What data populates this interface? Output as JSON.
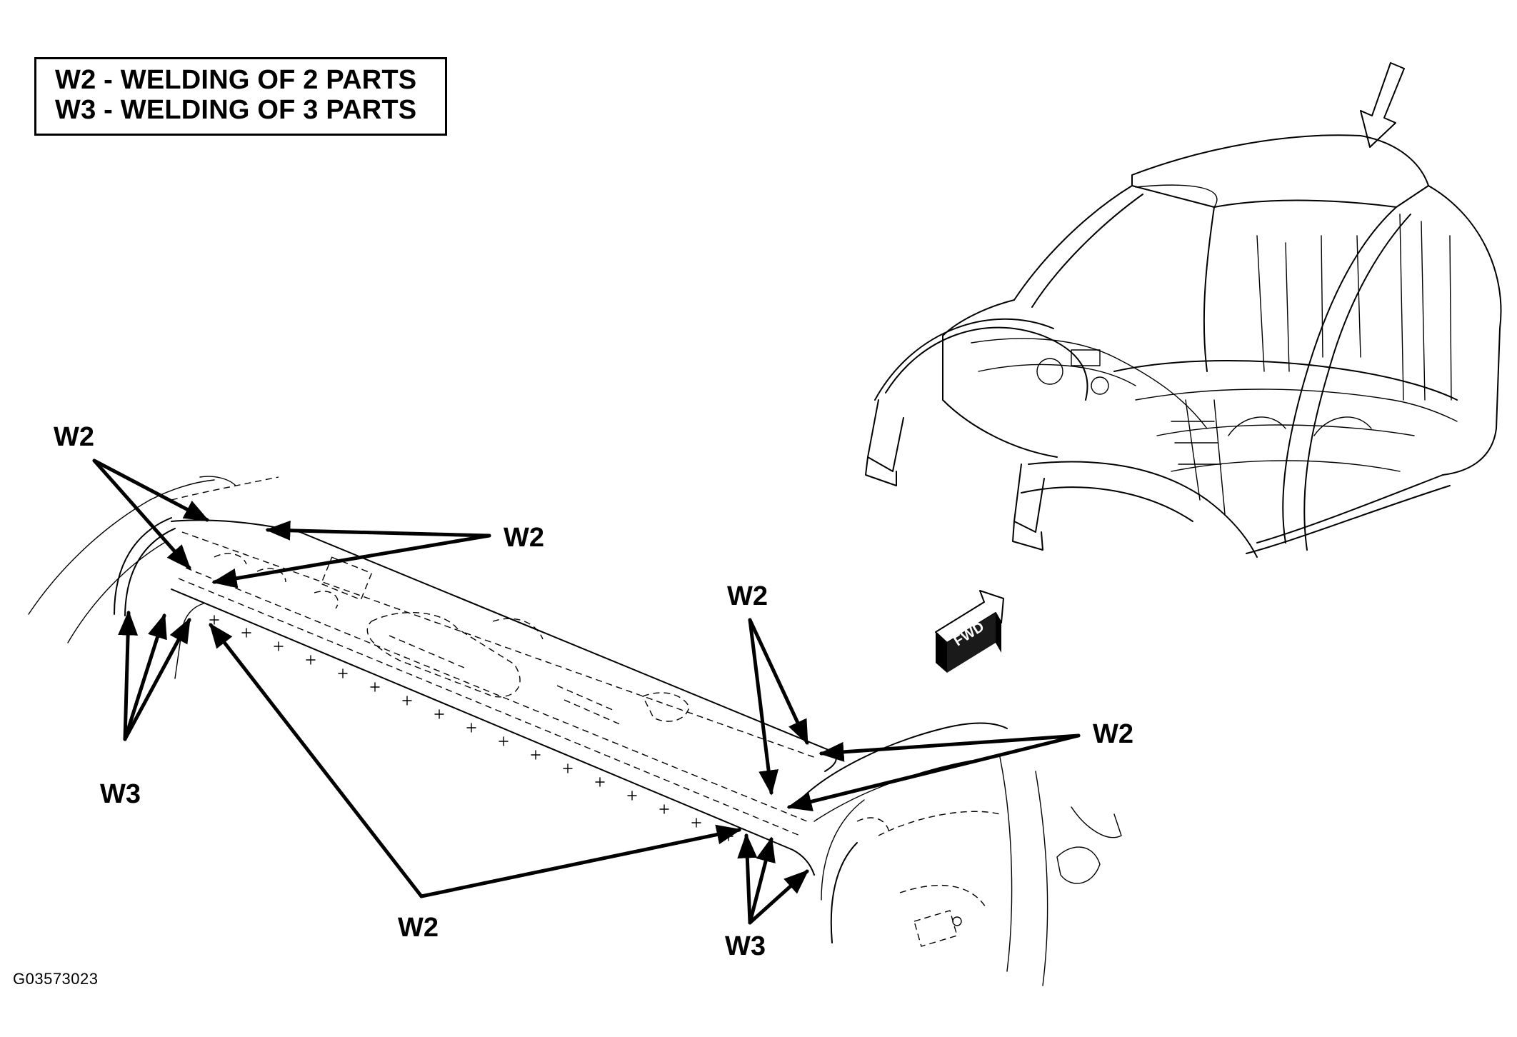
{
  "legend": {
    "line1": "W2 - WELDING OF 2 PARTS",
    "line2": "W3 - WELDING OF 3 PARTS"
  },
  "callouts": {
    "w2_top_left": "W2",
    "w2_upper_middle": "W2",
    "w3_left": "W3",
    "w2_bottom_center": "W2",
    "w2_right_upper": "W2",
    "w2_right_far": "W2",
    "w3_right": "W3"
  },
  "fwd_label": "FWD",
  "figure_id": "G03573023"
}
